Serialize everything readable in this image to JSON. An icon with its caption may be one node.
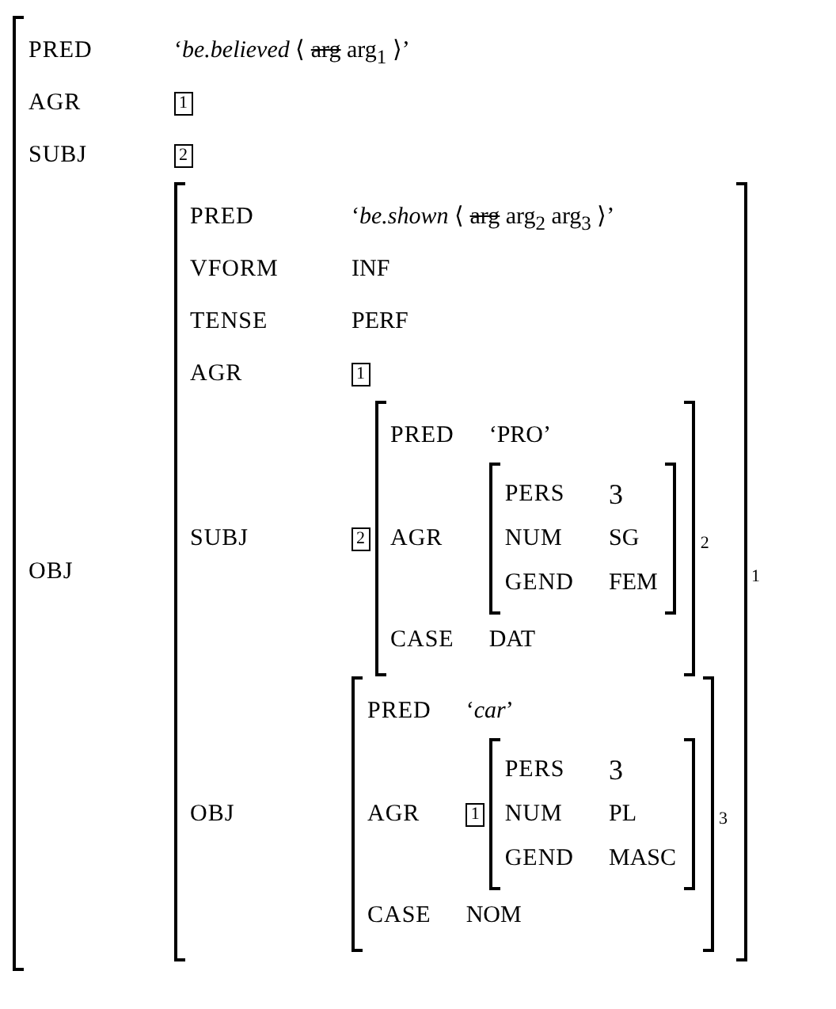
{
  "diagram": {
    "nodes": [
      {
        "text": [
          "PRED",
          "‘*be.believed* ⟨ arg arg$_{1}$ ⟩’",
          "AGR",
          "SUBJ",
          "OBJ"
        ]
      },
      {
        "text": [
          "1"
        ],
        "in": 0
      },
      {
        "text": [
          "2"
        ],
        "in": 0
      },
      {
        "text": [
          "PRED",
          "‘*be.shown* ⟨ arg arg$_{2}$ arg$_{3}$ ⟩’",
          "VFORM",
          "INF",
          "TENSE",
          "PERF",
          "AGR",
          "SUBJ",
          "OBJ"
        ],
        "in": 0,
        "beside": [
          "1"
        ]
      },
      {
        "text": [
          "1"
        ],
        "in": 3
      },
      {
        "text": [
          "2"
        ],
        "in": 3
      },
      {
        "text": [
          "PRED",
          "‘PRO’",
          "AGR",
          "CASE",
          "DAT"
        ],
        "in": 3,
        "beside": [
          "2"
        ]
      },
      {
        "text": [
          "PERS",
          "3",
          "NUM",
          "SG",
          "GEND",
          "FEM"
        ],
        "in": 6
      },
      {
        "text": [
          "PRED",
          "‘*car*’",
          "AGR",
          "CASE",
          "NOM"
        ],
        "in": 3,
        "beside": [
          "3"
        ]
      },
      {
        "text": [
          "1"
        ],
        "in": 8
      },
      {
        "text": [
          "PERS",
          "3",
          "NUM",
          "PL",
          "GEND",
          "MASC"
        ],
        "in": 8
      }
    ],
    "edges": []
  }
}
